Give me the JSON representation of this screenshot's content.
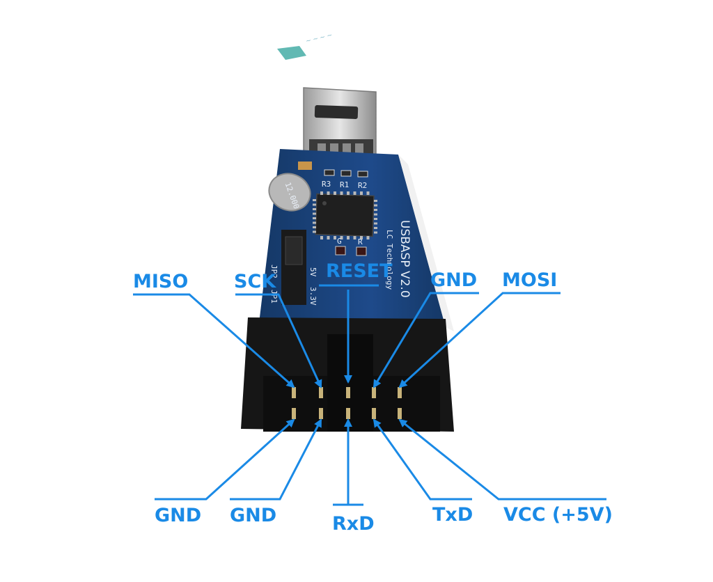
{
  "colors": {
    "label": "#1a8ae6",
    "pcb": "#1e4a8a",
    "pcb_dark": "#153866",
    "header_plastic": "#1a1a1a",
    "usb_metal": "#c9c9c9",
    "pin_gold": "#c8b37a"
  },
  "board": {
    "model": "USBASP V2.0",
    "maker": "LC Technology",
    "crystal": "12.000",
    "jumper_name": "JP1",
    "jumper_name_2": "JP2",
    "voltage_5v": "5V",
    "voltage_3v3": "3.3V",
    "led_g": "G",
    "led_r": "R",
    "resistor_r1": "R1",
    "resistor_r2": "R2",
    "resistor_r3": "R3"
  },
  "pins": {
    "top": [
      {
        "id": "miso",
        "label": "MISO"
      },
      {
        "id": "sck",
        "label": "SCK"
      },
      {
        "id": "reset",
        "label": "RESET",
        "overline": true
      },
      {
        "id": "gnd-top",
        "label": "GND"
      },
      {
        "id": "mosi",
        "label": "MOSI"
      }
    ],
    "bottom": [
      {
        "id": "gnd-1",
        "label": "GND"
      },
      {
        "id": "gnd-2",
        "label": "GND"
      },
      {
        "id": "rxd",
        "label": "RxD"
      },
      {
        "id": "txd",
        "label": "TxD"
      },
      {
        "id": "vcc",
        "label": "VCC (+5V)"
      }
    ]
  }
}
